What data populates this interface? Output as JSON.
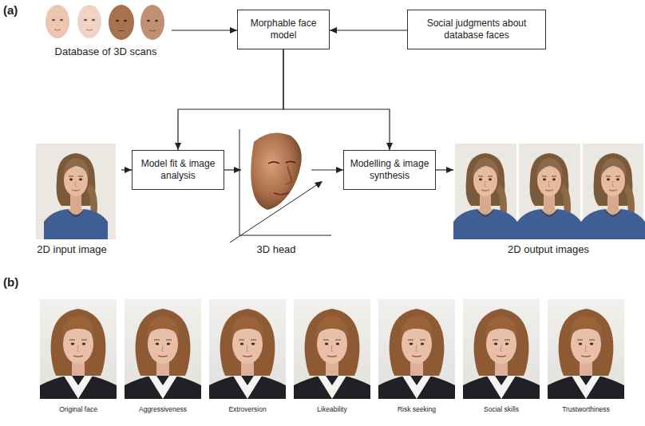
{
  "diagram": {
    "nodes": [
      {
        "text": [
          "Database of 3D scans"
        ]
      },
      {
        "text": [
          "Morphable face model"
        ]
      },
      {
        "text": [
          "Social judgments about database faces"
        ]
      },
      {
        "text": [
          "2D input image"
        ]
      },
      {
        "text": [
          "Model fit & image analysis"
        ]
      },
      {
        "text": [
          "3D head"
        ]
      },
      {
        "text": [
          "Modelling & image synthesis"
        ]
      },
      {
        "text": [
          "2D output images"
        ]
      }
    ],
    "edges": [
      {
        "from": 0,
        "to": 1,
        "arrow": "to"
      },
      {
        "from": 2,
        "to": 1,
        "arrow": "to"
      },
      {
        "from": 1,
        "to": 4,
        "arrow": "to"
      },
      {
        "from": 1,
        "to": 6,
        "arrow": "to"
      },
      {
        "from": 3,
        "to": 4,
        "arrow": "to"
      },
      {
        "from": 4,
        "to": 5,
        "arrow": "to"
      },
      {
        "from": 5,
        "to": 6,
        "arrow": "to"
      },
      {
        "from": 6,
        "to": 7,
        "arrow": "to"
      }
    ],
    "labels": [
      "(a)",
      "(b)",
      "Original face",
      "Aggressiveness",
      "Extroversion",
      "Likeability",
      "Risk seeking",
      "Social skills",
      "Trustworthiness"
    ]
  }
}
